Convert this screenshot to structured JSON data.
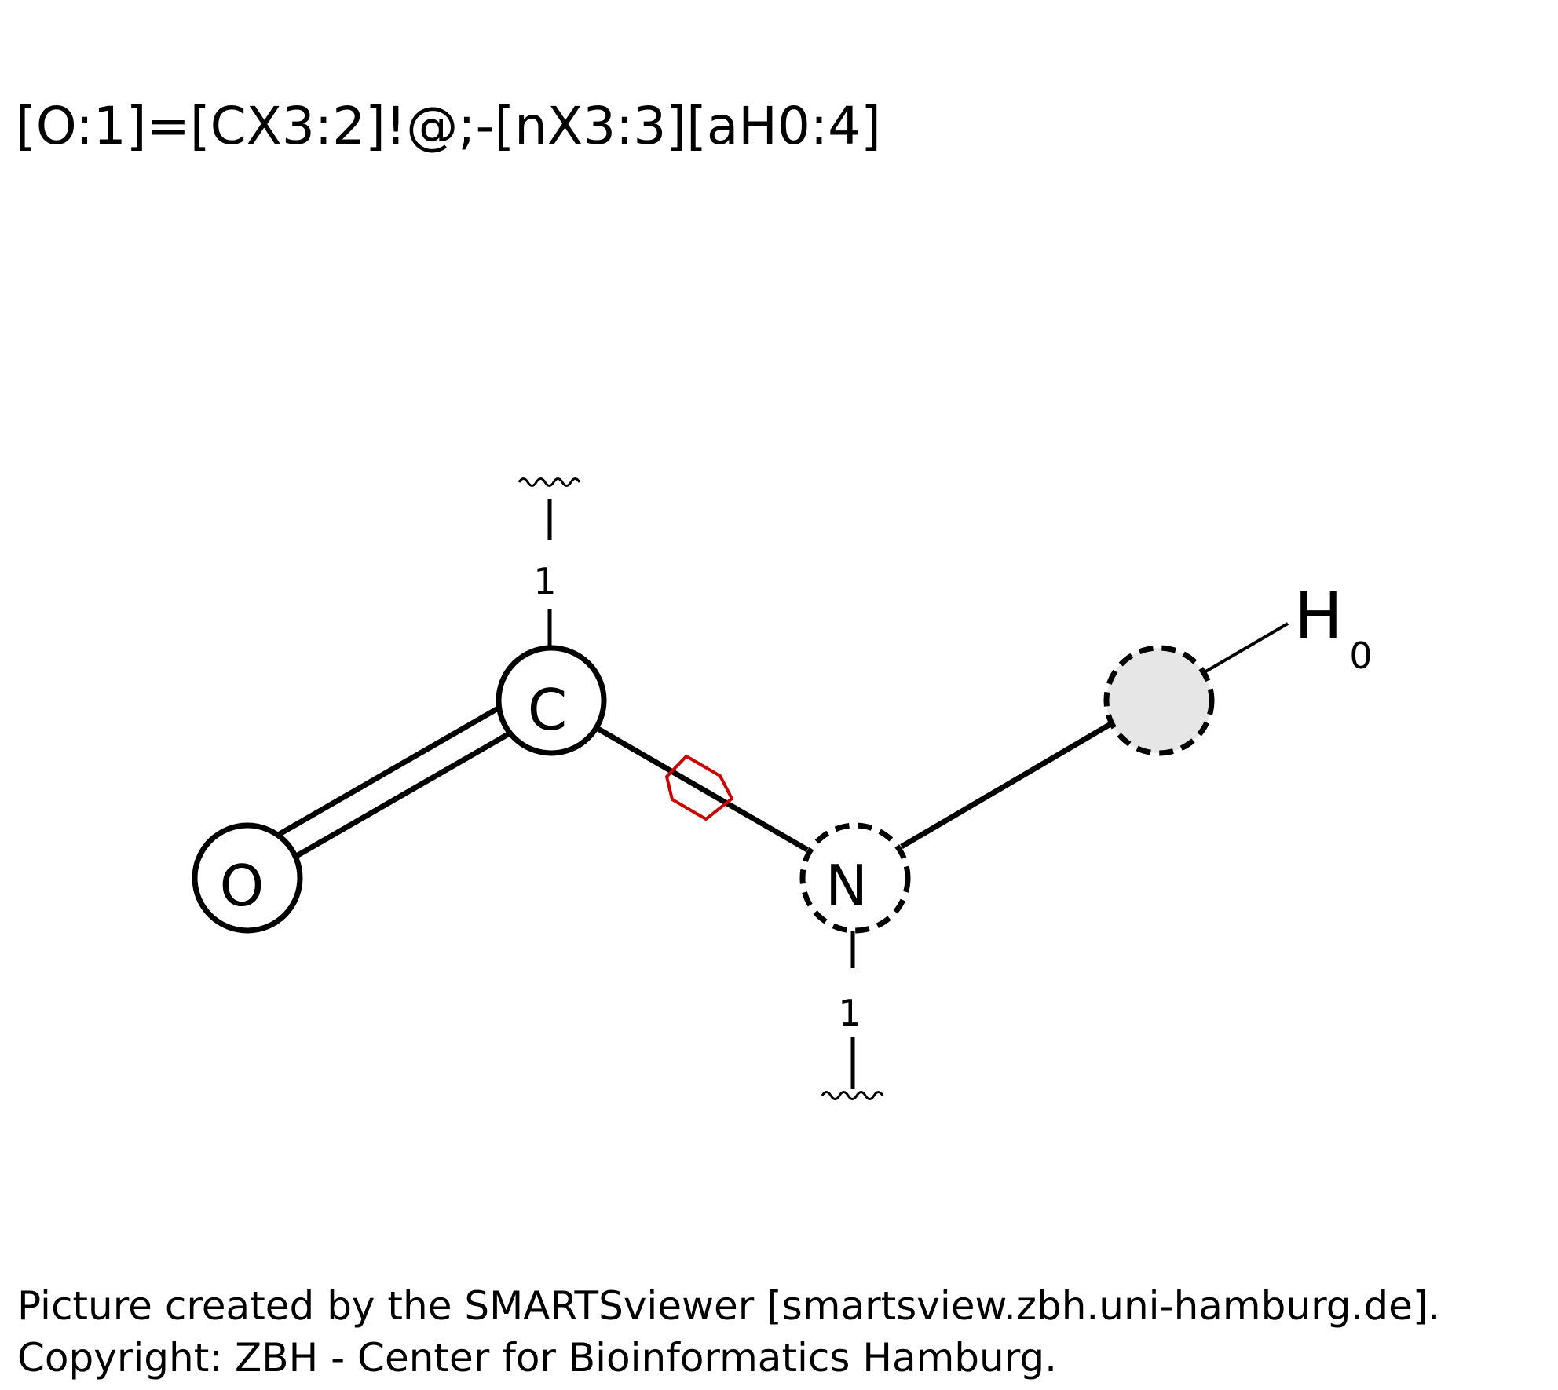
{
  "smarts": "[O:1]=[CX3:2]!@;-[nX3:3][aH0:4]",
  "atoms": [
    {
      "id": "o1",
      "label": "O",
      "style": "solid"
    },
    {
      "id": "c2",
      "label": "C",
      "style": "solid"
    },
    {
      "id": "n3",
      "label": "N",
      "style": "dashed"
    },
    {
      "id": "a4",
      "label": "",
      "style": "dashed-filled",
      "fill": "#e6e6e6"
    }
  ],
  "connection_counts": {
    "c2": "1",
    "n3": "1"
  },
  "hydrogen": {
    "symbol": "H",
    "count": "0"
  },
  "bonds": [
    {
      "from": "o1",
      "to": "c2",
      "order": "double"
    },
    {
      "from": "c2",
      "to": "n3",
      "order": "single",
      "ring_constraint": "not-in-ring",
      "ring_marker_color": "#cc0000"
    },
    {
      "from": "n3",
      "to": "a4",
      "order": "single"
    }
  ],
  "footer": {
    "line1": "Picture created by the SMARTSviewer [smartsview.zbh.uni-hamburg.de].",
    "line2": "Copyright: ZBH - Center for Bioinformatics Hamburg."
  }
}
